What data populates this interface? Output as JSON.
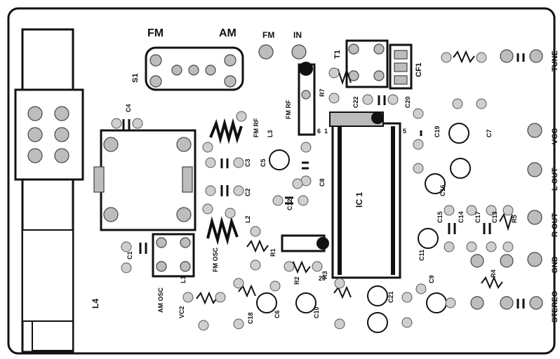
{
  "diagram": {
    "labels": {
      "fm_top": "FM",
      "am_top": "AM",
      "fm_in": "FM",
      "in": "IN",
      "s1": "S1",
      "t1": "T1",
      "cf1": "CF1",
      "tune": "TUNE",
      "c4": "C4",
      "fm_rf": "FM RF",
      "l3": "L3",
      "r7": "R7",
      "fm_rf_vert": "FM RF",
      "c22": "C22",
      "c20": "C20",
      "c19": "C19",
      "c7": "C7",
      "vcc": "VCC",
      "c3": "C3",
      "c5": "C5",
      "c8": "C8",
      "c2": "C2",
      "c12": "C12",
      "l_out": "L OUT",
      "c16": "C16",
      "r_out": "R OUT",
      "l2": "L2",
      "c15": "C15",
      "c14": "C14",
      "c17": "C17",
      "c13": "C13",
      "r5": "R5",
      "c11": "C11",
      "r1": "R1",
      "ic1": "IC 1",
      "gnd": "GND",
      "fm_osc": "FM OSC",
      "c1": "C1",
      "r2": "R2",
      "r3": "R3",
      "r4": "R4",
      "c9": "C9",
      "c6": "C6",
      "c10": "C10",
      "c21": "C21",
      "l1": "L1",
      "am_osc": "AM OSC",
      "vc2": "VC2",
      "c18": "C18",
      "stereo": "STEREO",
      "l4": "L4",
      "pin1": "1",
      "pin5": "5",
      "pin6": "6",
      "pin20": "20"
    }
  }
}
